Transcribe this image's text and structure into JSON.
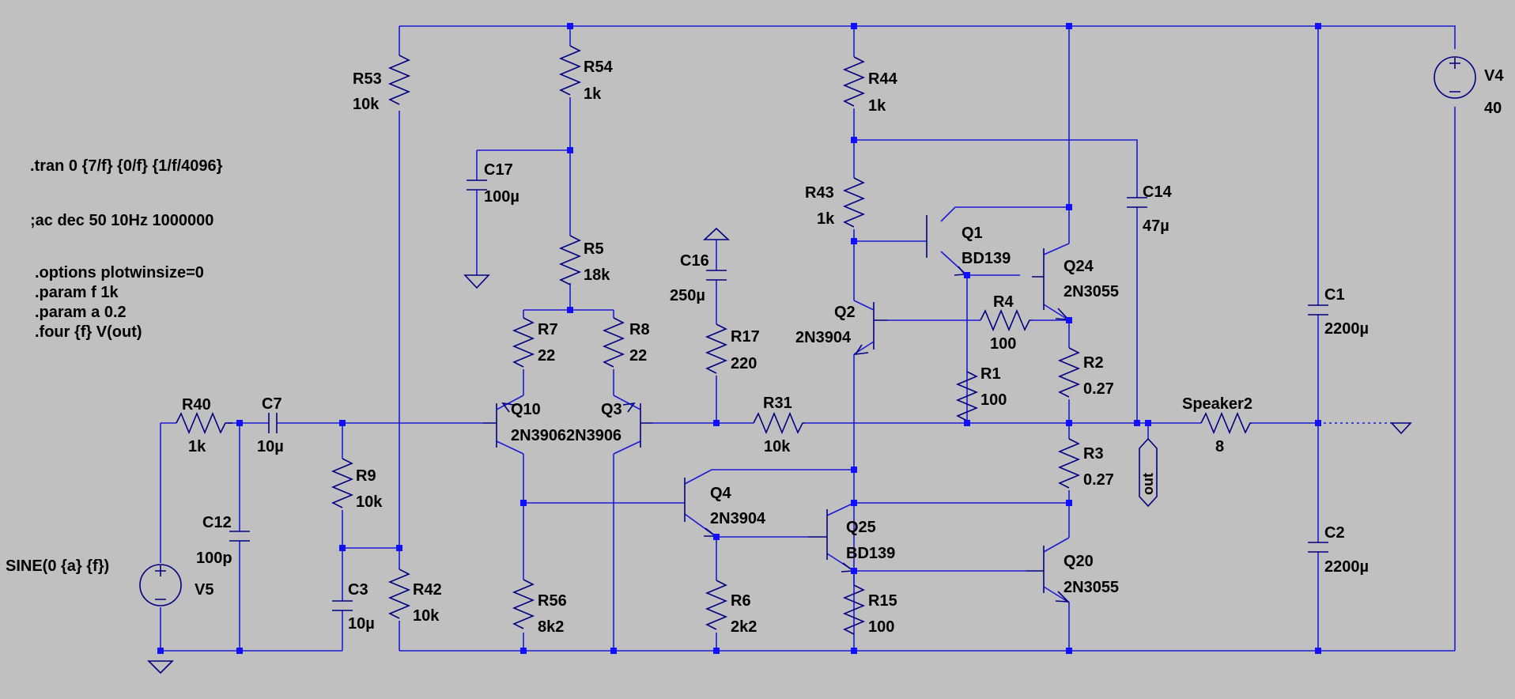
{
  "directives": [
    ".tran 0 {7/f} {0/f} {1/f/4096}",
    ";ac dec 50 10Hz 1000000",
    ".options plotwinsize=0",
    ".param f 1k",
    ".param a 0.2",
    ".four {f} V(out)"
  ],
  "resistors": [
    {
      "id": "r53",
      "name": "R53",
      "value": "10k"
    },
    {
      "id": "r54",
      "name": "R54",
      "value": "1k"
    },
    {
      "id": "r44",
      "name": "R44",
      "value": "1k"
    },
    {
      "id": "r43",
      "name": "R43",
      "value": "1k"
    },
    {
      "id": "r5",
      "name": "R5",
      "value": "18k"
    },
    {
      "id": "r7",
      "name": "R7",
      "value": "22"
    },
    {
      "id": "r8",
      "name": "R8",
      "value": "22"
    },
    {
      "id": "r17",
      "name": "R17",
      "value": "220"
    },
    {
      "id": "r4",
      "name": "R4",
      "value": "100"
    },
    {
      "id": "r1",
      "name": "R1",
      "value": "100"
    },
    {
      "id": "r2",
      "name": "R2",
      "value": "0.27"
    },
    {
      "id": "r3",
      "name": "R3",
      "value": "0.27"
    },
    {
      "id": "r40",
      "name": "R40",
      "value": "1k"
    },
    {
      "id": "r31",
      "name": "R31",
      "value": "10k"
    },
    {
      "id": "r9",
      "name": "R9",
      "value": "10k"
    },
    {
      "id": "r42",
      "name": "R42",
      "value": "10k"
    },
    {
      "id": "r56",
      "name": "R56",
      "value": "8k2"
    },
    {
      "id": "r6",
      "name": "R6",
      "value": "2k2"
    },
    {
      "id": "r15",
      "name": "R15",
      "value": "100"
    },
    {
      "id": "speaker2",
      "name": "Speaker2",
      "value": "8"
    }
  ],
  "capacitors": [
    {
      "id": "c17",
      "name": "C17",
      "value": "100µ"
    },
    {
      "id": "c16",
      "name": "C16",
      "value": "250µ"
    },
    {
      "id": "c14",
      "name": "C14",
      "value": "47µ"
    },
    {
      "id": "c1",
      "name": "C1",
      "value": "2200µ"
    },
    {
      "id": "c2",
      "name": "C2",
      "value": "2200µ"
    },
    {
      "id": "c7",
      "name": "C7",
      "value": "10µ"
    },
    {
      "id": "c12",
      "name": "C12",
      "value": "100p"
    },
    {
      "id": "c3",
      "name": "C3",
      "value": "10µ"
    }
  ],
  "transistors": [
    {
      "id": "q1",
      "name": "Q1",
      "model": "BD139"
    },
    {
      "id": "q24",
      "name": "Q24",
      "model": "2N3055"
    },
    {
      "id": "q2",
      "name": "Q2",
      "model": "2N3904"
    },
    {
      "id": "q10",
      "name": "Q10",
      "model": "2N3906"
    },
    {
      "id": "q3",
      "name": "Q3",
      "model": "2N3906"
    },
    {
      "id": "q4",
      "name": "Q4",
      "model": "2N3904"
    },
    {
      "id": "q25",
      "name": "Q25",
      "model": "BD139"
    },
    {
      "id": "q20",
      "name": "Q20",
      "model": "2N3055"
    }
  ],
  "sources": [
    {
      "id": "v4",
      "name": "V4",
      "value": "40"
    },
    {
      "id": "v5",
      "name": "V5",
      "value": "SINE(0 {a} {f})"
    }
  ],
  "net_label": "out",
  "colors": {
    "background": "#c0c0c0",
    "wire": "#1a1ad6",
    "component": "#000080",
    "junction": "#1010ff"
  }
}
